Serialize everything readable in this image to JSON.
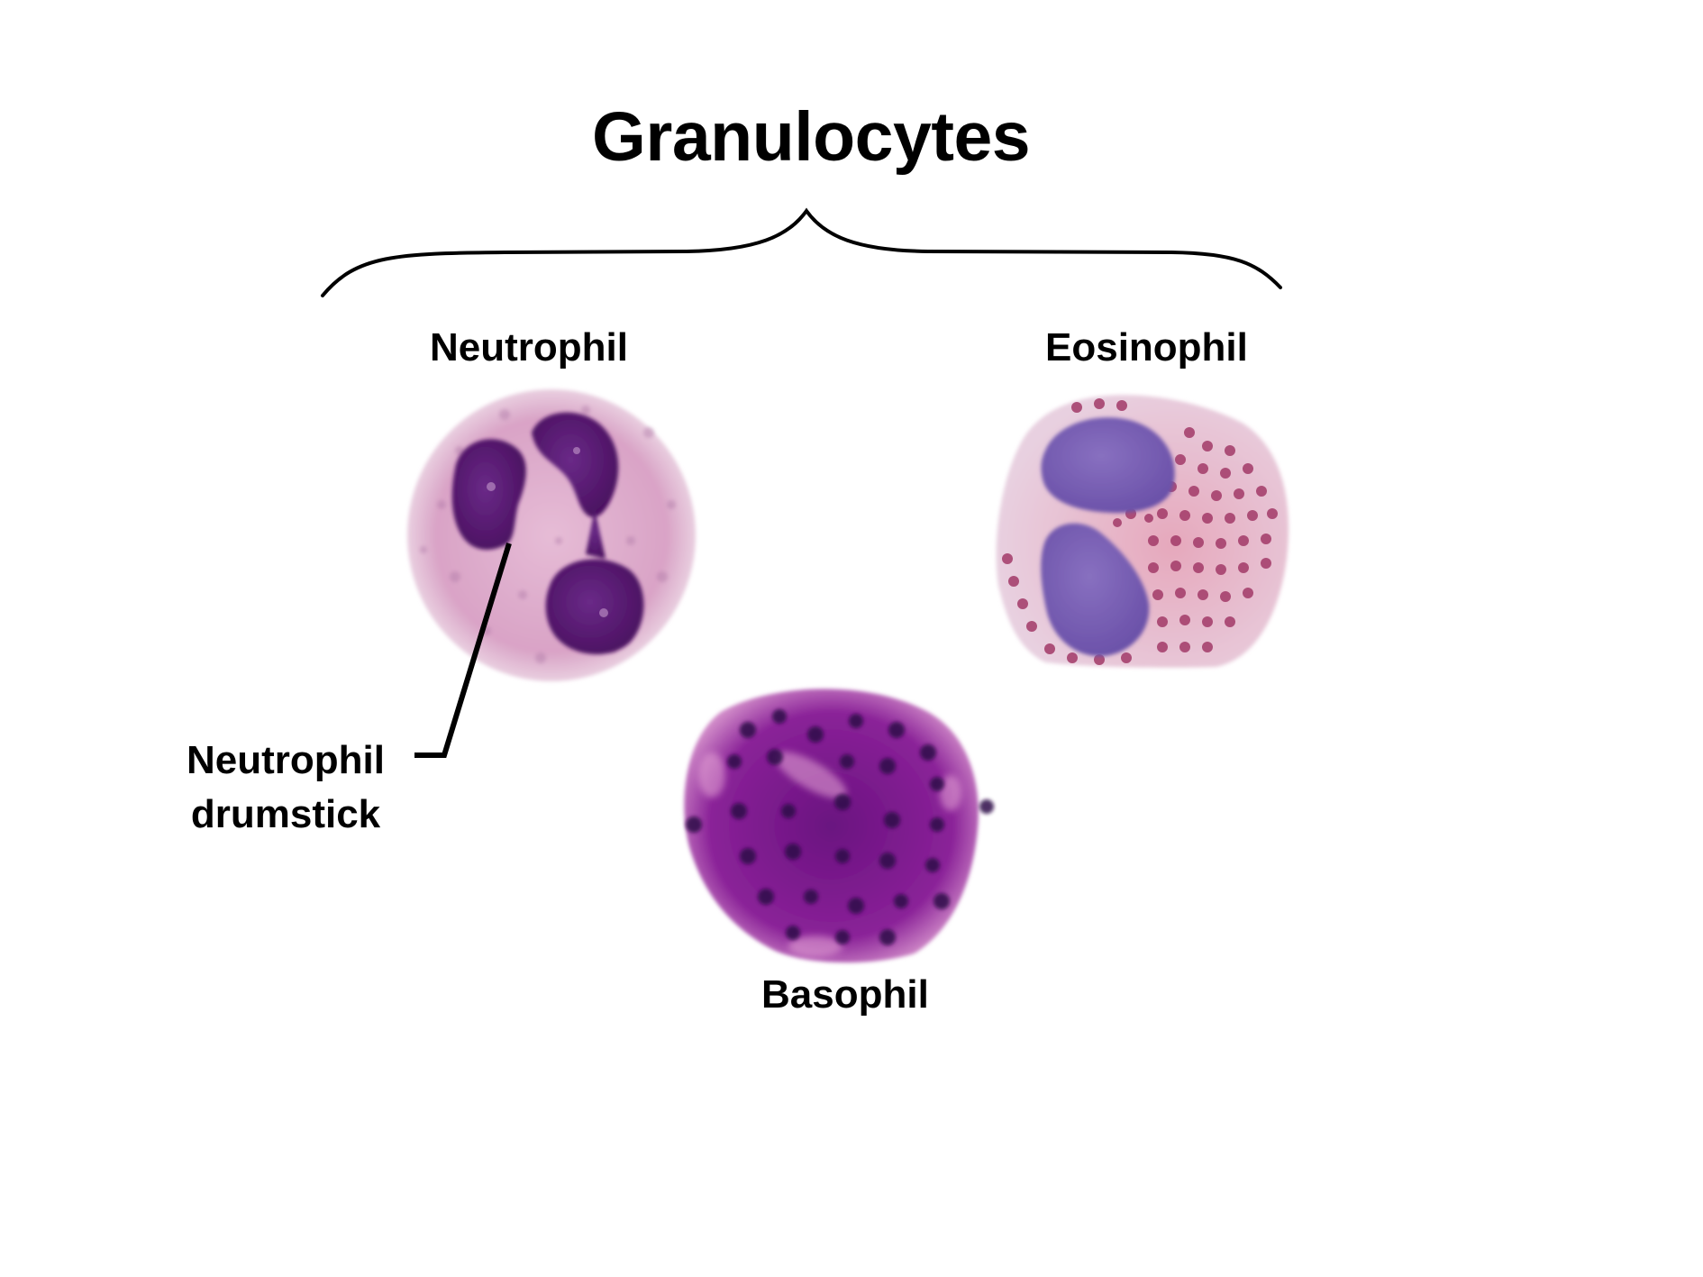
{
  "title": "Granulocytes",
  "cells": {
    "neutrophil": {
      "label": "Neutrophil",
      "cytoplasm_color": "#d9a6c8",
      "nucleus_color": "#5a1a70"
    },
    "eosinophil": {
      "label": "Eosinophil",
      "cytoplasm_color": "#e0c0d8",
      "nucleus_color": "#7a5fb0",
      "granule_color": "#a8406e"
    },
    "basophil": {
      "label": "Basophil",
      "cytoplasm_color": "#8a1a90",
      "granule_color": "#3a0a50"
    }
  },
  "annotations": {
    "drumstick": {
      "line1": "Neutrophil",
      "line2": "drumstick"
    }
  }
}
